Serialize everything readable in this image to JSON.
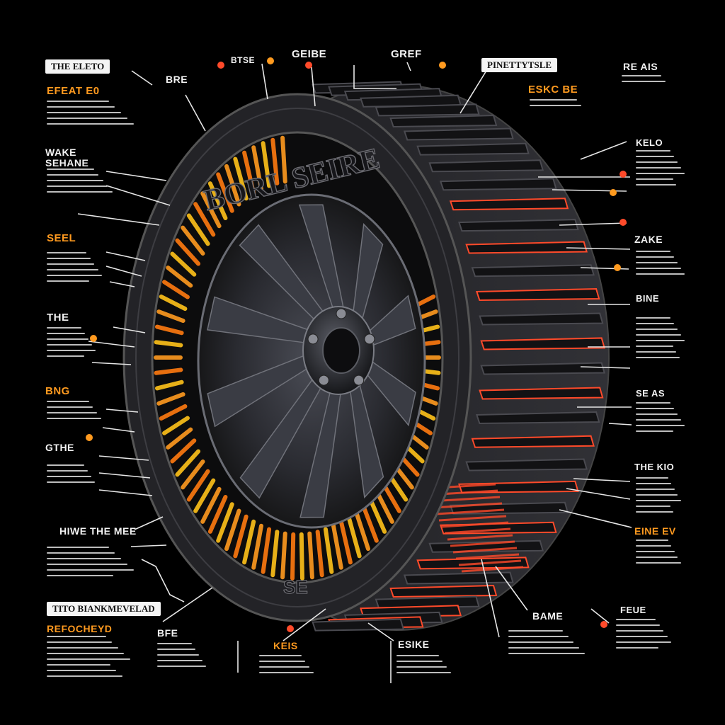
{
  "diagram": {
    "banners": [
      {
        "id": "top-left",
        "text": "THE ELETO"
      },
      {
        "id": "top-right",
        "text": "PINETTYTSLE"
      },
      {
        "id": "bottom-left",
        "text": "TITO BIANKMEVELAD"
      }
    ],
    "labels": [
      {
        "id": "l1",
        "text": "EFEAT E0"
      },
      {
        "id": "l2",
        "text": "WAKE SEHANE"
      },
      {
        "id": "l3",
        "text": "SEEL"
      },
      {
        "id": "l4",
        "text": "THE"
      },
      {
        "id": "l5",
        "text": "BNG"
      },
      {
        "id": "l6",
        "text": "GTHE"
      },
      {
        "id": "l7",
        "text": "HIWE THE MEE"
      },
      {
        "id": "l8",
        "text": "REFOCHEYD"
      },
      {
        "id": "l9",
        "text": "BFE"
      },
      {
        "id": "l10",
        "text": "KEIS"
      },
      {
        "id": "l11",
        "text": "ESIKE"
      },
      {
        "id": "l12",
        "text": "BAME"
      },
      {
        "id": "l13",
        "text": "FEUE"
      },
      {
        "id": "r1",
        "text": "RE AIS"
      },
      {
        "id": "r2",
        "text": "ESKC BE"
      },
      {
        "id": "r3",
        "text": "KELO"
      },
      {
        "id": "r4",
        "text": "ZAKE"
      },
      {
        "id": "r5",
        "text": "BINE"
      },
      {
        "id": "r6",
        "text": "SE AS"
      },
      {
        "id": "r7",
        "text": "THE KIO"
      },
      {
        "id": "r8",
        "text": "EINE EV"
      },
      {
        "id": "t1",
        "text": "BRE"
      },
      {
        "id": "t2",
        "text": "GEIBE"
      },
      {
        "id": "t3",
        "text": "BTSE"
      },
      {
        "id": "t4",
        "text": "GREF"
      }
    ],
    "tire": {
      "sidewall_text": "BORL SEIRE",
      "sidewall_code": "SE"
    },
    "colors": {
      "background": "#000000",
      "accent_orange": "#ff9a1f",
      "accent_red": "#ff4a2a",
      "accent_yellow": "#ffc21a",
      "rubber": "#262629",
      "rim": "#2c2d33"
    }
  }
}
